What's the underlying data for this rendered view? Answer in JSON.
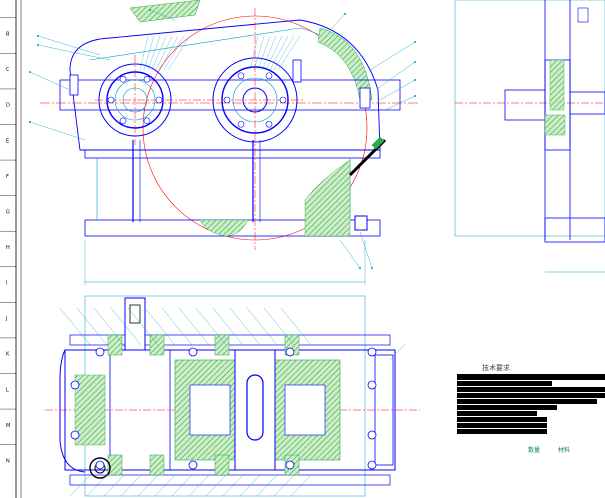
{
  "zone_letters": [
    "B",
    "C",
    "D",
    "E",
    "F",
    "G",
    "H",
    "I",
    "J",
    "K",
    "L",
    "M",
    "N"
  ],
  "tech_requirements_title": "技术要求",
  "footer_left": "数量",
  "footer_right": "材料",
  "colors": {
    "outline": "#0000ff",
    "cyan": "#00a0c0",
    "red": "#ff0000",
    "hatch_green": "#2ea84a",
    "leader_red": "#c00000",
    "black": "#000000"
  }
}
